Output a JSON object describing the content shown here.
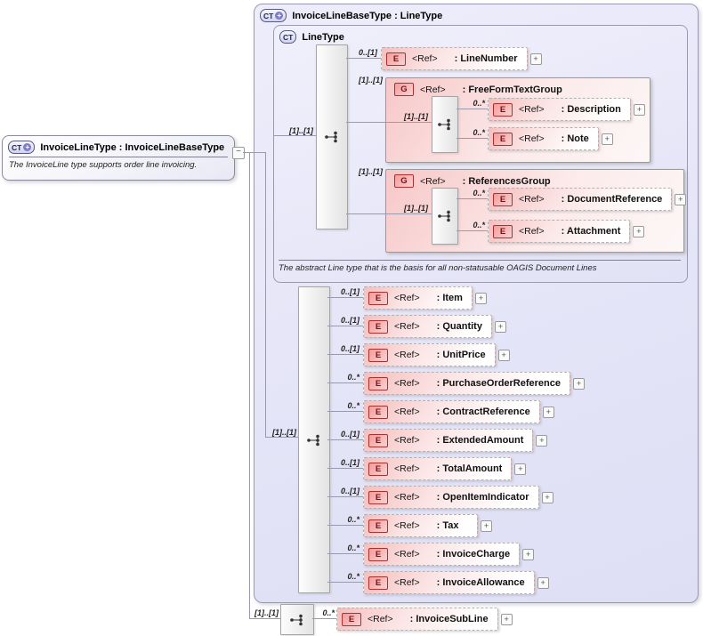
{
  "colors": {
    "lavender_fill": "#e4e4f7",
    "element_pink": "#f4a0a0",
    "group_pink": "#f7c7c7",
    "icon_red_border": "#a83232",
    "connector_gray": "#9a9aae"
  },
  "left_box": {
    "icon": "CT",
    "icon_plus": "+",
    "title": "InvoiceLineType : InvoiceLineBaseType",
    "annotation": "The InvoiceLine type supports order line invoicing.",
    "collapse": "−"
  },
  "outer_box": {
    "icon": "CT",
    "icon_plus": "+",
    "title": "InvoiceLineBaseType : LineType"
  },
  "linetype_box": {
    "icon": "CT",
    "title": "LineType",
    "annotation": "The abstract Line type that is the basis for all non-statusable OAGIS Document Lines",
    "sequence_cardinality": "[1]..[1]",
    "line_number": {
      "cardinality": "0..[1]",
      "icon": "E",
      "ref": "<Ref>",
      "label": ": LineNumber",
      "expand": "+"
    },
    "free_form_text_group": {
      "cardinality": "[1]..[1]",
      "icon": "G",
      "ref": "<Ref>",
      "label": ": FreeFormTextGroup",
      "sequence_cardinality": "[1]..[1]",
      "items": [
        {
          "cardinality": "0..*",
          "icon": "E",
          "ref": "<Ref>",
          "label": ": Description",
          "expand": "+"
        },
        {
          "cardinality": "0..*",
          "icon": "E",
          "ref": "<Ref>",
          "label": ": Note",
          "expand": "+"
        }
      ]
    },
    "references_group": {
      "cardinality": "[1]..[1]",
      "icon": "G",
      "ref": "<Ref>",
      "label": ": ReferencesGroup",
      "sequence_cardinality": "[1]..[1]",
      "items": [
        {
          "cardinality": "0..*",
          "icon": "E",
          "ref": "<Ref>",
          "label": ": DocumentReference",
          "expand": "+"
        },
        {
          "cardinality": "0..*",
          "icon": "E",
          "ref": "<Ref>",
          "label": ": Attachment",
          "expand": "+"
        }
      ]
    }
  },
  "main_sequence": {
    "cardinality": "[1]..[1]",
    "rows": [
      {
        "cardinality": "0..[1]",
        "icon": "E",
        "ref": "<Ref>",
        "label": ": Item",
        "expand": "+"
      },
      {
        "cardinality": "0..[1]",
        "icon": "E",
        "ref": "<Ref>",
        "label": ": Quantity",
        "expand": "+"
      },
      {
        "cardinality": "0..[1]",
        "icon": "E",
        "ref": "<Ref>",
        "label": ": UnitPrice",
        "expand": "+"
      },
      {
        "cardinality": "0..*",
        "icon": "E",
        "ref": "<Ref>",
        "label": ": PurchaseOrderReference",
        "expand": "+"
      },
      {
        "cardinality": "0..*",
        "icon": "E",
        "ref": "<Ref>",
        "label": ": ContractReference",
        "expand": "+"
      },
      {
        "cardinality": "0..[1]",
        "icon": "E",
        "ref": "<Ref>",
        "label": ": ExtendedAmount",
        "expand": "+"
      },
      {
        "cardinality": "0..[1]",
        "icon": "E",
        "ref": "<Ref>",
        "label": ": TotalAmount",
        "expand": "+"
      },
      {
        "cardinality": "0..[1]",
        "icon": "E",
        "ref": "<Ref>",
        "label": ": OpenItemIndicator",
        "expand": "+"
      },
      {
        "cardinality": "0..*",
        "icon": "E",
        "ref": "<Ref>",
        "label": ": Tax",
        "expand": "+"
      },
      {
        "cardinality": "0..*",
        "icon": "E",
        "ref": "<Ref>",
        "label": ": InvoiceCharge",
        "expand": "+"
      },
      {
        "cardinality": "0..*",
        "icon": "E",
        "ref": "<Ref>",
        "label": ": InvoiceAllowance",
        "expand": "+"
      }
    ]
  },
  "sub_line_sequence": {
    "cardinality": "[1]..[1]",
    "row": {
      "cardinality": "0..*",
      "icon": "E",
      "ref": "<Ref>",
      "label": ": InvoiceSubLine",
      "expand": "+"
    }
  }
}
